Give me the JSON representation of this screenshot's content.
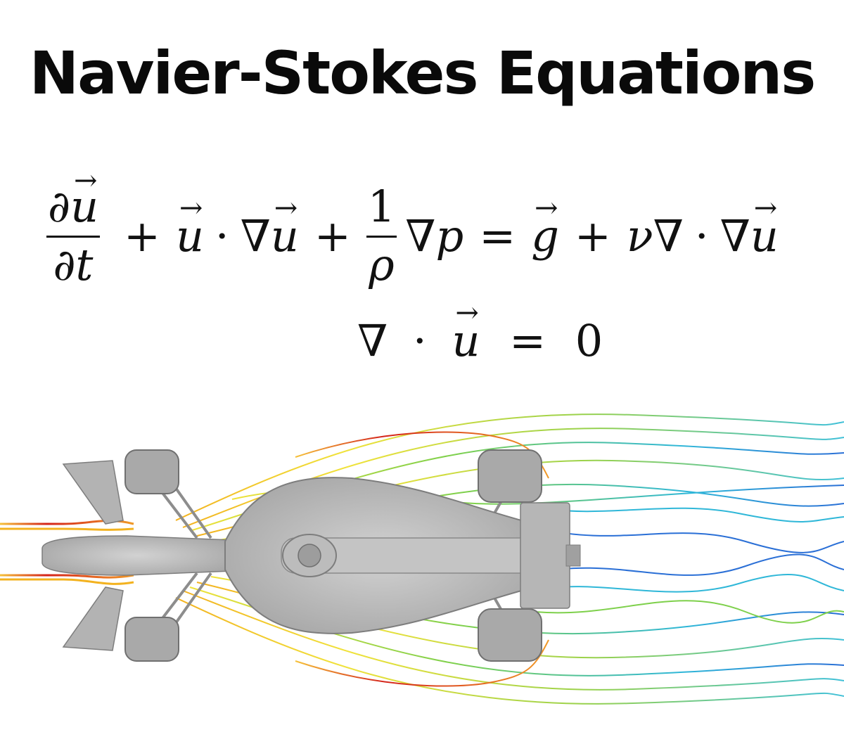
{
  "title": "Navier-Stokes Equations",
  "equations": {
    "momentum": {
      "frac1_num": "∂",
      "frac1_num_var": "u",
      "frac1_den": "∂t",
      "plus1": "+",
      "u1": "u",
      "cdot1": "·",
      "nabla1": "∇",
      "u2": "u",
      "plus2": "+",
      "frac2_num": "1",
      "frac2_den": "ρ",
      "nabla2": "∇",
      "p": "p",
      "equals": "=",
      "g": "g",
      "plus3": "+",
      "nu": "ν",
      "nabla3": "∇",
      "cdot2": "·",
      "nabla4": "∇",
      "u3": "u"
    },
    "continuity": {
      "nabla": "∇",
      "cdot": "·",
      "u": "u",
      "equals": "=",
      "zero": "0"
    }
  },
  "colors": {
    "car_body": "#b9b9b9",
    "car_edge": "#7d7d7d",
    "tire": "#a9a9a9",
    "stream_fast": "#d4231a",
    "stream_mid": "#f0e23a",
    "stream_green": "#7ed04b",
    "stream_slow": "#2a6fd6",
    "stream_cyan": "#2fb7d8"
  },
  "icons": [
    "f1-car-top-view",
    "streamlines"
  ]
}
